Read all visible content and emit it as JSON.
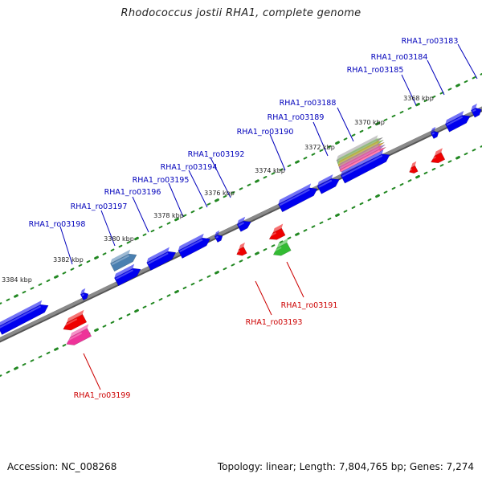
{
  "title": "Rhodococcus jostii RHA1, complete genome",
  "footer": {
    "accession": "Accession: NC_008268",
    "stats": "Topology: linear; Length: 7,804,765 bp; Genes: 7,274"
  },
  "colors": {
    "forward_gene": "#0000ee",
    "reverse_gene": "#ee0000",
    "label_forward": "#0000bb",
    "label_reverse": "#cc0000",
    "axis": "#8a8a8a",
    "ruler_dots": "#228822",
    "tick_text": "#222222"
  },
  "ruler_ticks": [
    "3368 kbp",
    "3370 kbp",
    "3372 kbp",
    "3374 kbp",
    "3376 kbp",
    "3378 kbp",
    "3380 kbp",
    "3382 kbp",
    "3384 kbp"
  ],
  "labels_upper": [
    "RHA1_ro03183",
    "RHA1_ro03184",
    "RHA1_ro03185",
    "RHA1_ro03188",
    "RHA1_ro03189",
    "RHA1_ro03190",
    "RHA1_ro03192",
    "RHA1_ro03194",
    "RHA1_ro03195",
    "RHA1_ro03196",
    "RHA1_ro03197",
    "RHA1_ro03198"
  ],
  "labels_lower": [
    "RHA1_ro03191",
    "RHA1_ro03193",
    "RHA1_ro03199"
  ]
}
